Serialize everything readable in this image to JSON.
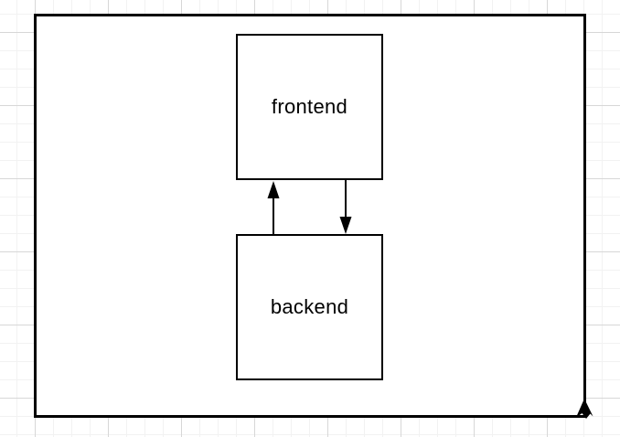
{
  "diagram": {
    "nodes": [
      {
        "id": "frontend",
        "label": "frontend",
        "shape": "square"
      },
      {
        "id": "backend",
        "label": "backend",
        "shape": "square"
      }
    ],
    "edges": [
      {
        "from": "backend",
        "to": "frontend",
        "direction": "up",
        "arrowhead": "filled-triangle"
      },
      {
        "from": "frontend",
        "to": "backend",
        "direction": "down",
        "arrowhead": "filled-triangle"
      }
    ],
    "container": {
      "shape": "rectangle",
      "label": ""
    },
    "colors": {
      "stroke": "#000000",
      "shape_fill": "#ffffff",
      "canvas_background": "#ffffff",
      "grid_minor": "#f2f2f2",
      "grid_major": "#d7d7d7",
      "text": "#000000"
    }
  }
}
